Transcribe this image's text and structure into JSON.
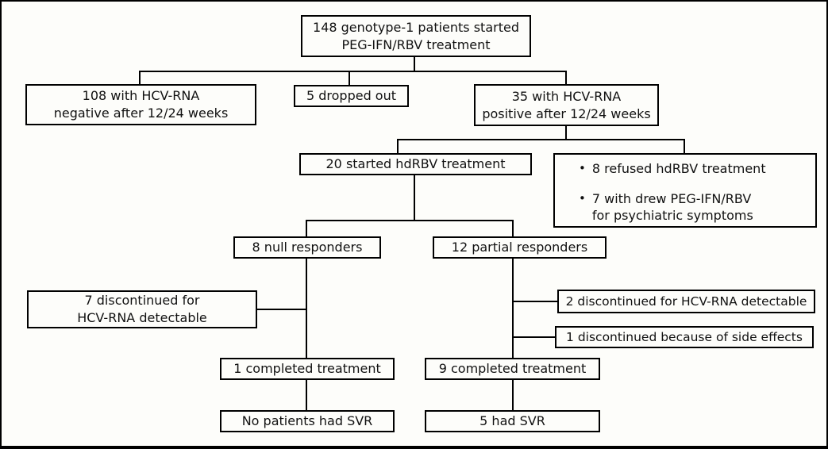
{
  "diagram": {
    "type": "flowchart",
    "description": "Patient disposition flow diagram for genotype-1 HCV patients on PEG-IFN/RBV and hdRBV treatment",
    "colors": {
      "background": "#fdfdfa",
      "line": "#000000",
      "text": "#111111"
    },
    "nodes": {
      "started": {
        "label": "148 genotype-1 patients started\nPEG-IFN/RBV treatment"
      },
      "hcv_negative": {
        "label": "108 with HCV-RNA\nnegative after 12/24 weeks"
      },
      "dropped_out": {
        "label": "5 dropped out"
      },
      "hcv_positive": {
        "label": "35 with HCV-RNA\npositive after 12/24 weeks"
      },
      "started_hdrbv": {
        "label": "20 started hdRBV treatment"
      },
      "exclusions": {
        "items": [
          {
            "bullet": "•",
            "text": "8 refused hdRBV treatment"
          },
          {
            "bullet": "•",
            "text": "7 with drew PEG-IFN/RBV\nfor psychiatric symptoms"
          }
        ]
      },
      "null_responders": {
        "label": "8 null responders"
      },
      "partial_responders": {
        "label": "12 partial responders"
      },
      "discontinued_7": {
        "label": "7 discontinued for\nHCV-RNA detectable"
      },
      "discontinued_2": {
        "label": "2 discontinued for HCV-RNA detectable"
      },
      "discontinued_1": {
        "label": "1 discontinued because of side effects"
      },
      "completed_1": {
        "label": "1 completed treatment"
      },
      "completed_9": {
        "label": "9 completed treatment"
      },
      "no_svr": {
        "label": "No patients had SVR"
      },
      "svr_5": {
        "label": "5 had SVR"
      }
    }
  }
}
